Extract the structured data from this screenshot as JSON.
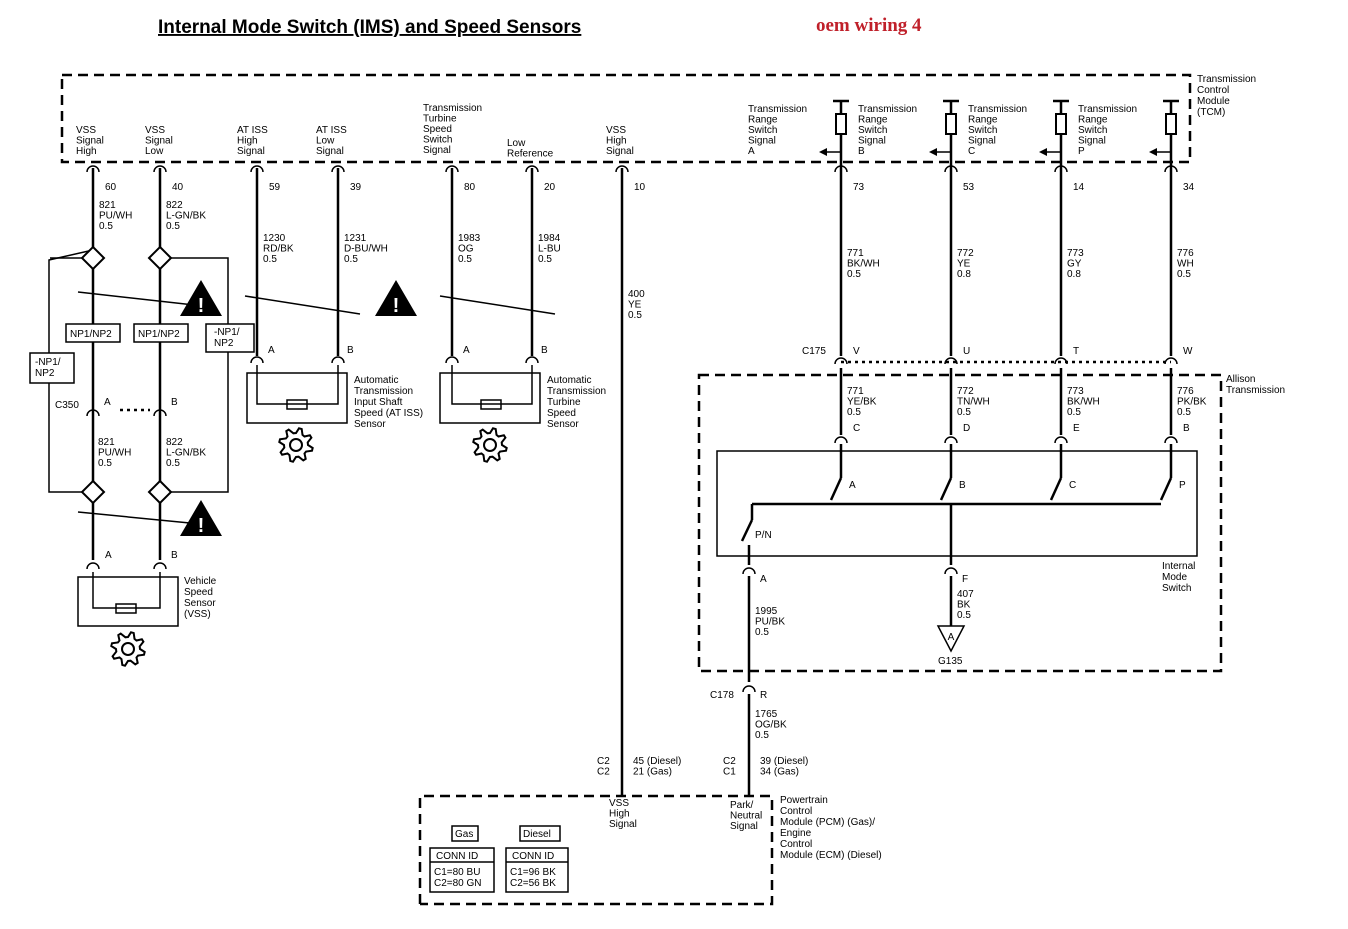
{
  "title": "Internal Mode Switch (IMS) and Speed Sensors",
  "subtitle": "oem wiring 4",
  "tcm": {
    "label": "Transmission\nControl\nModule\n(TCM)"
  },
  "allison": {
    "label": "Allison\nTransmission"
  },
  "ims": {
    "label": "Internal\nMode\nSwitch"
  },
  "pcm": {
    "label": "Powertrain\nControl\nModule (PCM) (Gas)/\nEngine\nControl\nModule (ECM) (Diesel)"
  },
  "tcm_pins": [
    {
      "label": "VSS\nSignal\nHigh",
      "pin": "60",
      "circuit": "821\nPU/WH\n0.5"
    },
    {
      "label": "VSS\nSignal\nLow",
      "pin": "40",
      "circuit": "822\nL-GN/BK\n0.5"
    },
    {
      "label": "AT ISS\nHigh\nSignal",
      "pin": "59",
      "circuit": "1230\nRD/BK\n0.5"
    },
    {
      "label": "AT ISS\nLow\nSignal",
      "pin": "39",
      "circuit": "1231\nD-BU/WH\n0.5"
    },
    {
      "label": "Transmission\nTurbine\nSpeed\nSwitch\nSignal",
      "pin": "80",
      "circuit": "1983\nOG\n0.5"
    },
    {
      "label": "Low\nReference",
      "pin": "20",
      "circuit": "1984\nL-BU\n0.5"
    },
    {
      "label": "VSS\nHigh\nSignal",
      "pin": "10",
      "circuit": "400\nYE\n0.5"
    },
    {
      "label": "Transmission\nRange\nSwitch\nSignal\nA",
      "pin": "73",
      "circuit": "771\nBK/WH\n0.5"
    },
    {
      "label": "Transmission\nRange\nSwitch\nSignal\nB",
      "pin": "53",
      "circuit": "772\nYE\n0.8"
    },
    {
      "label": "Transmission\nRange\nSwitch\nSignal\nC",
      "pin": "14",
      "circuit": "773\nGY\n0.8"
    },
    {
      "label": "Transmission\nRange\nSwitch\nSignal\nP",
      "pin": "34",
      "circuit": "776\nWH\n0.5"
    }
  ],
  "np": {
    "a": "NP1/NP2",
    "b": "NP1/NP2",
    "c": "-NP1/\nNP2",
    "d": "-NP1/\nNP2"
  },
  "c350": {
    "name": "C350",
    "a": "A",
    "b": "B",
    "c1": "821\nPU/WH\n0.5",
    "c2": "822\nL-GN/BK\n0.5"
  },
  "vss_sensor": {
    "label": "Vehicle\nSpeed\nSensor\n(VSS)",
    "a": "A",
    "b": "B"
  },
  "atiss_sensor": {
    "label": "Automatic\nTransmission\nInput Shaft\nSpeed (AT ISS)\nSensor",
    "a": "A",
    "b": "B"
  },
  "atts_sensor": {
    "label": "Automatic\nTransmission\nTurbine\nSpeed\nSensor",
    "a": "A",
    "b": "B"
  },
  "c175": {
    "name": "C175",
    "pins": [
      "V",
      "U",
      "T",
      "W"
    ]
  },
  "allison_wires": [
    {
      "circuit": "771\nYE/BK\n0.5",
      "pin": "C",
      "sw": "A"
    },
    {
      "circuit": "772\nTN/WH\n0.5",
      "pin": "D",
      "sw": "B"
    },
    {
      "circuit": "773\nBK/WH\n0.5",
      "pin": "E",
      "sw": "C"
    },
    {
      "circuit": "776\nPK/BK\n0.5",
      "pin": "B",
      "sw": "P"
    }
  ],
  "pn": {
    "label": "P/N",
    "pin": "A",
    "circuit": "1995\nPU/BK\n0.5"
  },
  "ground": {
    "pin": "F",
    "circuit": "407\nBK\n0.5",
    "symbol": "A",
    "name": "G135"
  },
  "c178": {
    "name": "C178",
    "pin": "R",
    "circuit": "1765\nOG/BK\n0.5"
  },
  "pcm_pins": [
    {
      "conn": "C2\nC2",
      "pins": "45 (Diesel)\n21 (Gas)",
      "label": "VSS\nHigh\nSignal"
    },
    {
      "conn": "C2\nC1",
      "pins": "39 (Diesel)\n34 (Gas)",
      "label": "Park/\nNeutral\nSignal"
    }
  ],
  "legend": {
    "gas": "Gas",
    "diesel": "Diesel",
    "conn_id": "CONN ID",
    "gas_conn": "C1=80 BU\nC2=80 GN",
    "diesel_conn": "C1=96 BK\nC2=56 BK"
  }
}
